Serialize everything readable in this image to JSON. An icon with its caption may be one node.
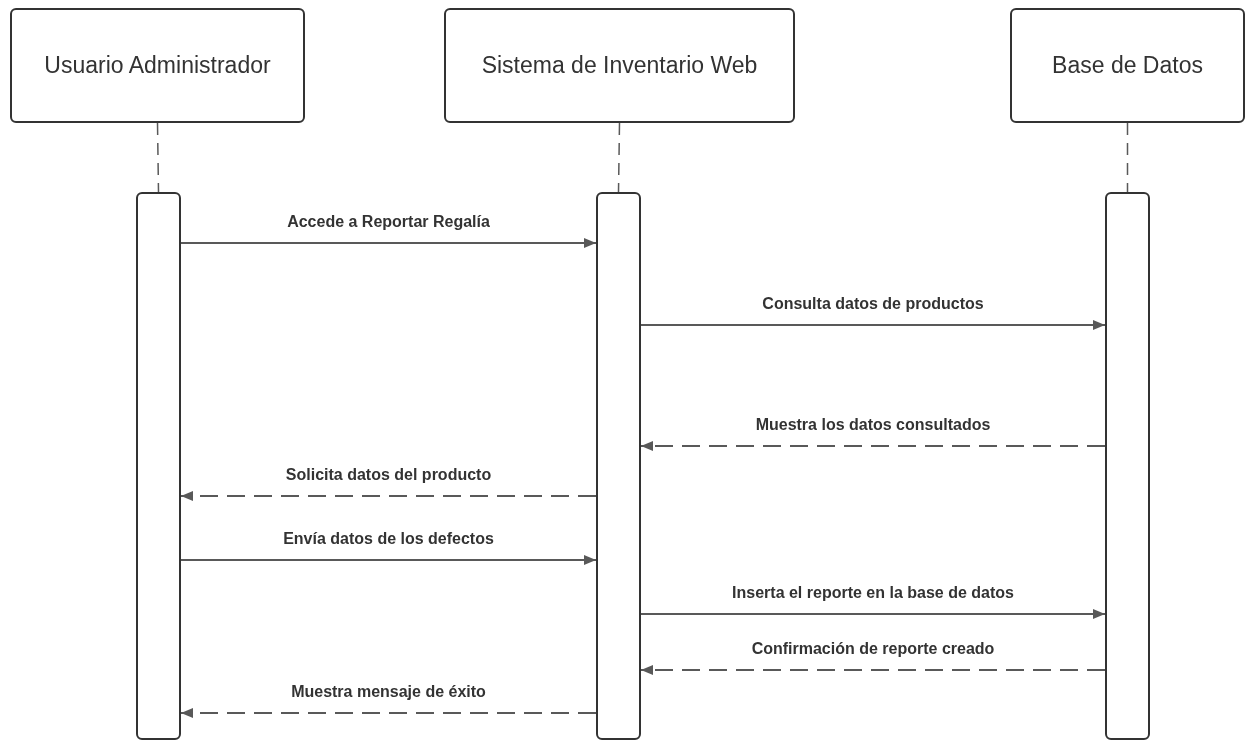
{
  "diagram": {
    "nodes": [
      {
        "text": [
          "Usuario Administrador"
        ]
      },
      {
        "text": [
          "Sistema de Inventario Web"
        ]
      },
      {
        "text": [
          "Base de Datos"
        ]
      },
      {
        "text": [],
        "shape": "bar"
      },
      {
        "text": [],
        "shape": "bar"
      },
      {
        "text": [],
        "shape": "bar"
      }
    ],
    "edges": [
      {
        "from": 0,
        "to": 3,
        "arrow": "none",
        "style": "dashed"
      },
      {
        "from": 1,
        "to": 4,
        "arrow": "none",
        "style": "dashed"
      },
      {
        "from": 2,
        "to": 5,
        "arrow": "none",
        "style": "dashed"
      },
      {
        "from": 3,
        "to": 4,
        "arrow": "to",
        "label": "Accede a Reportar Regalía"
      },
      {
        "from": 4,
        "to": 5,
        "arrow": "to",
        "label": "Consulta datos de productos"
      },
      {
        "from": 5,
        "to": 4,
        "arrow": "to",
        "label": "Muestra los datos consultados",
        "style": "dashed"
      },
      {
        "from": 4,
        "to": 3,
        "arrow": "to",
        "label": "Solicita datos del producto",
        "style": "dashed"
      },
      {
        "from": 3,
        "to": 4,
        "arrow": "to",
        "label": "Envía datos de los defectos"
      },
      {
        "from": 4,
        "to": 5,
        "arrow": "to",
        "label": "Inserta el reporte en la base de datos"
      },
      {
        "from": 5,
        "to": 4,
        "arrow": "to",
        "label": "Confirmación de reporte creado",
        "style": "dashed"
      },
      {
        "from": 4,
        "to": 3,
        "arrow": "to",
        "label": "Muestra mensaje de éxito",
        "style": "dashed"
      }
    ]
  }
}
